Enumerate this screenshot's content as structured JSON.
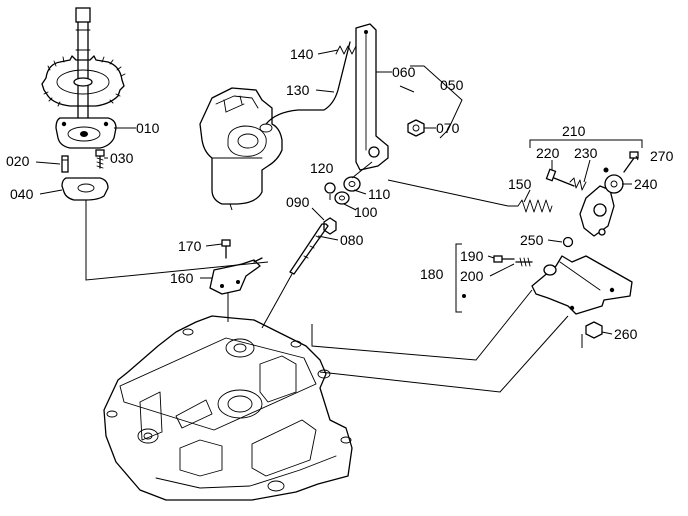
{
  "labels": {
    "p010": "010",
    "p020": "020",
    "p030": "030",
    "p040": "040",
    "p050": "050",
    "p060": "060",
    "p070": "070",
    "p080": "080",
    "p090": "090",
    "p100": "100",
    "p110": "110",
    "p120": "120",
    "p130": "130",
    "p140": "140",
    "p150": "150",
    "p160": "160",
    "p170": "170",
    "p180": "180",
    "p190": "190",
    "p200": "200",
    "p210": "210",
    "p220": "220",
    "p230": "230",
    "p240": "240",
    "p250": "250",
    "p260": "260",
    "p270": "270"
  }
}
